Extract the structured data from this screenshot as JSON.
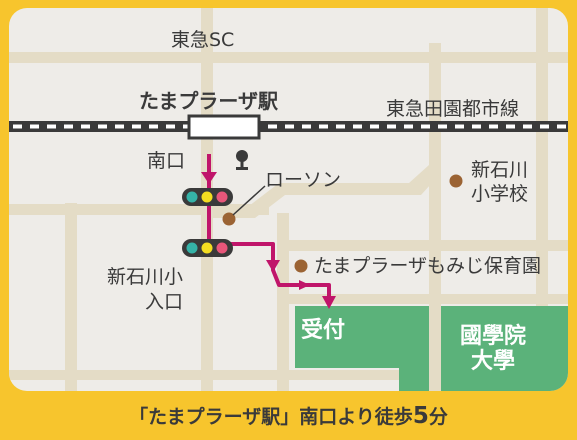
{
  "map": {
    "labels": {
      "tokyu_sc": "東急SC",
      "station": "たまプラーザ駅",
      "railway_line": "東急田園都市線",
      "south_exit": "南口",
      "lawson": "ローソン",
      "school": "新石川\n小学校",
      "entrance": "新石川小\n入口",
      "nursery": "たまプラーザもみじ保育園",
      "reception": "受付",
      "university": "國學院\n大學"
    },
    "icons": {
      "traffic_light": "traffic-light-icon",
      "landmark": "dot-marker-icon",
      "bus_stop": "bus-stop-icon"
    },
    "colors": {
      "frame": "#f7c52d",
      "background": "#eeece8",
      "road": "#e4dcc6",
      "route": "#c0156a",
      "landmark_dot": "#9b6333",
      "campus": "#5bb27a",
      "rail": "#3a3a3a"
    }
  },
  "footer": {
    "caption_pre": "「たまプラーザ駅」南口より徒歩",
    "caption_num": "5",
    "caption_post": "分"
  }
}
